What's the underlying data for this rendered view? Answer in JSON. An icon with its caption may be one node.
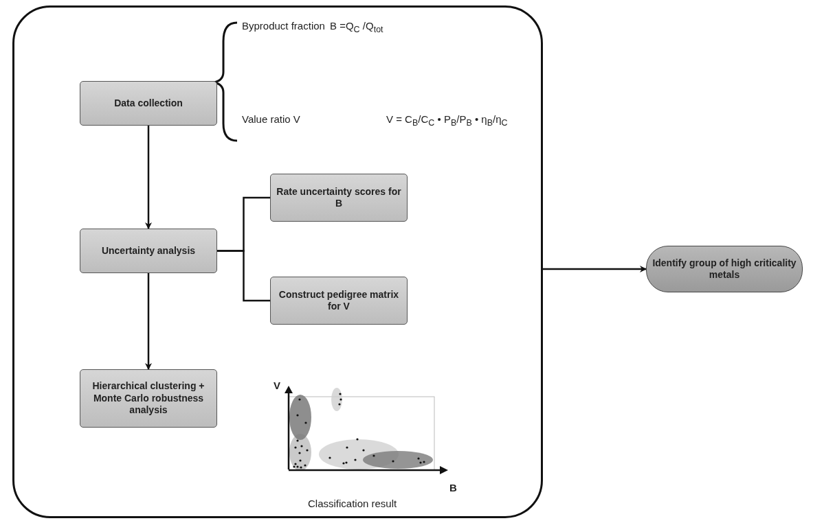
{
  "diagram": {
    "nodes": [
      {
        "text": [],
        "shape": "box"
      },
      {
        "text": [
          "Data collection"
        ],
        "in": 0
      },
      {
        "text": [
          "Uncertainty analysis"
        ],
        "in": 0
      },
      {
        "text": [
          "Rate uncertainty scores for B"
        ],
        "in": 0
      },
      {
        "text": [
          "Construct pedigree matrix for V"
        ],
        "in": 0
      },
      {
        "text": [
          "Hierarchical clustering + Monte Carlo robustness analysis"
        ],
        "in": 0
      },
      {
        "text": [
          "Identify group of high criticality metals"
        ]
      }
    ],
    "edges": [
      {
        "from": 1,
        "to": 2,
        "arrow": "to"
      },
      {
        "from": 2,
        "to": 5,
        "arrow": "to"
      },
      {
        "from": 2,
        "to": 3,
        "arrow": "none"
      },
      {
        "from": 2,
        "to": 4,
        "arrow": "none"
      },
      {
        "from": 0,
        "to": 6,
        "arrow": "to"
      }
    ],
    "labels": [
      "Byproduct fraction",
      "B =Q$_{C}$ /Q$_{tot}$",
      "Value ratio V",
      "V = C$_{B}$/C$_{C}$ • P$_{B}$/P$_{B}$ • η$_{B}$/η$_{C}$",
      "V",
      "B",
      "Classification result"
    ]
  }
}
